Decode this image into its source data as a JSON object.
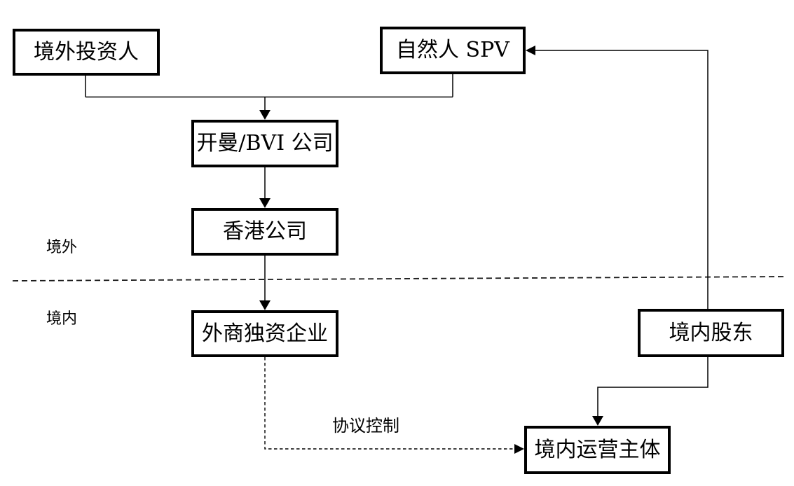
{
  "diagram": {
    "type": "flowchart",
    "description": "VIE offshore-onshore corporate structure diagram",
    "colors": {
      "background": "#ffffff",
      "box_fill": "#ffffff",
      "box_border": "#000000",
      "line": "#000000",
      "text": "#000000"
    },
    "boxes": [
      {
        "id": "overseas-investor",
        "label": "境外投资人"
      },
      {
        "id": "natural-person-spv",
        "label": "自然人 SPV"
      },
      {
        "id": "cayman-bvi-company",
        "label": "开曼/BVI 公司"
      },
      {
        "id": "hongkong-company",
        "label": "香港公司"
      },
      {
        "id": "wfoe",
        "label": "外商独资企业"
      },
      {
        "id": "domestic-shareholder",
        "label": "境内股东"
      },
      {
        "id": "domestic-operating-entity",
        "label": "境内运营主体"
      }
    ],
    "region_labels": [
      {
        "id": "offshore",
        "label": "境外"
      },
      {
        "id": "onshore",
        "label": "境内"
      }
    ],
    "edge_labels": [
      {
        "id": "vie-control",
        "label": "协议控制"
      }
    ],
    "edges": [
      {
        "from": "overseas-investor",
        "to": "cayman-bvi-company",
        "style": "solid",
        "label": ""
      },
      {
        "from": "natural-person-spv",
        "to": "cayman-bvi-company",
        "style": "solid",
        "label": ""
      },
      {
        "from": "cayman-bvi-company",
        "to": "hongkong-company",
        "style": "solid",
        "label": ""
      },
      {
        "from": "hongkong-company",
        "to": "wfoe",
        "style": "solid",
        "label": ""
      },
      {
        "from": "wfoe",
        "to": "domestic-operating-entity",
        "style": "dashed",
        "label": "协议控制"
      },
      {
        "from": "domestic-shareholder",
        "to": "natural-person-spv",
        "style": "solid",
        "label": ""
      },
      {
        "from": "domestic-shareholder",
        "to": "domestic-operating-entity",
        "style": "solid",
        "label": ""
      }
    ]
  }
}
